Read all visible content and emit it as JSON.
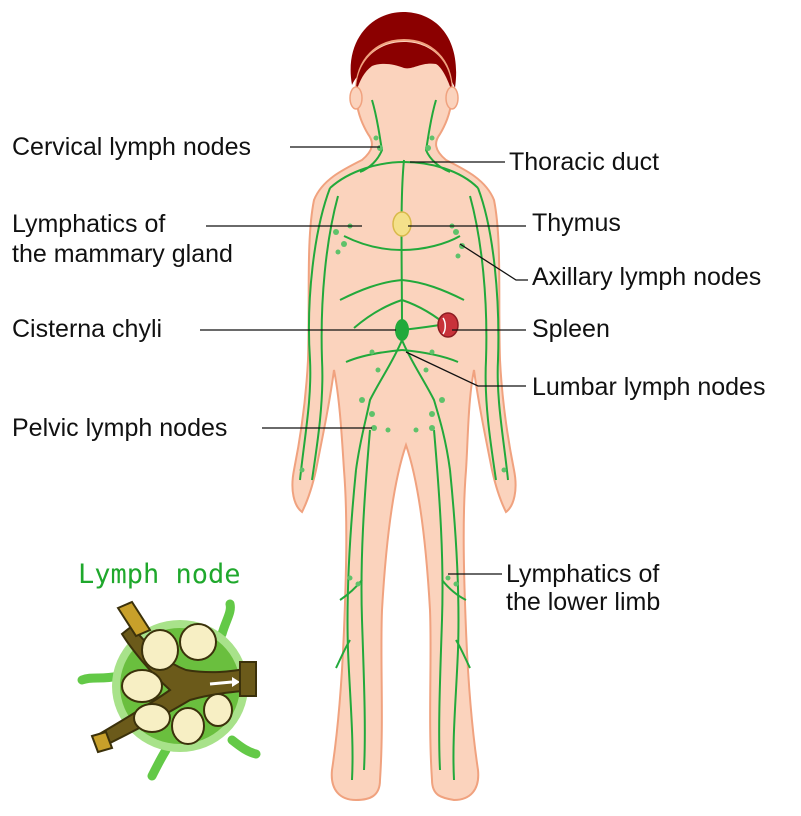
{
  "labels": {
    "cervical": "Cervical lymph nodes",
    "mammary_1": "Lymphatics of",
    "mammary_2": "the mammary gland",
    "cisterna": "Cisterna chyli",
    "pelvic": "Pelvic lymph nodes",
    "thoracic": "Thoracic duct",
    "thymus": "Thymus",
    "axillary": "Axillary lymph nodes",
    "spleen": "Spleen",
    "lumbar": "Lumbar lymph nodes",
    "lower_limb_1": "Lymphatics of",
    "lower_limb_2": "the lower limb"
  },
  "inset": {
    "title": "Lymph node"
  },
  "colors": {
    "skin": "#fbd3bd",
    "skin_outline": "#f0a27f",
    "hair": "#8b0000",
    "lymph": "#22a93b",
    "thymus": "#f4e08a",
    "spleen": "#c8323a",
    "leader": "#111111"
  }
}
